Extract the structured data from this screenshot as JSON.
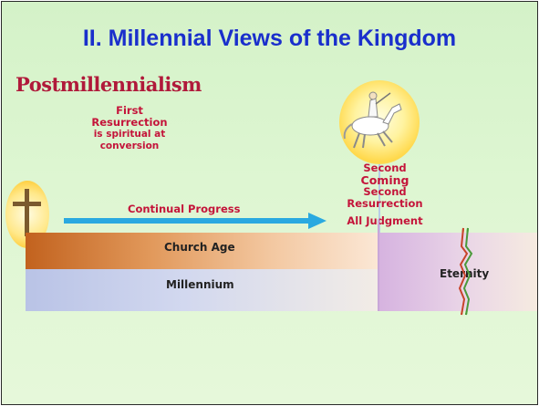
{
  "slide": {
    "title": "II.   Millennial Views of the Kingdom",
    "view_name": "Postmillennialism",
    "first_resurrection": {
      "line1": "First",
      "line2": "Resurrection",
      "line3": "is spiritual at",
      "line4": "conversion"
    },
    "second_coming": {
      "line1": "Second",
      "line2": "Coming",
      "line3": "Second",
      "line4": "Resurrection",
      "line5": "All Judgment"
    },
    "progress_label": "Continual Progress",
    "bands": {
      "church_age": "Church Age",
      "millennium": "Millennium",
      "eternity": "Eternity"
    }
  },
  "colors": {
    "title": "#1a2fcc",
    "accent_red": "#c4143a",
    "arrow": "#2aa9e0",
    "background": "#dcf5cf"
  },
  "icons": [
    "cross-icon",
    "rider-on-white-horse-icon",
    "broken-line-icon"
  ]
}
